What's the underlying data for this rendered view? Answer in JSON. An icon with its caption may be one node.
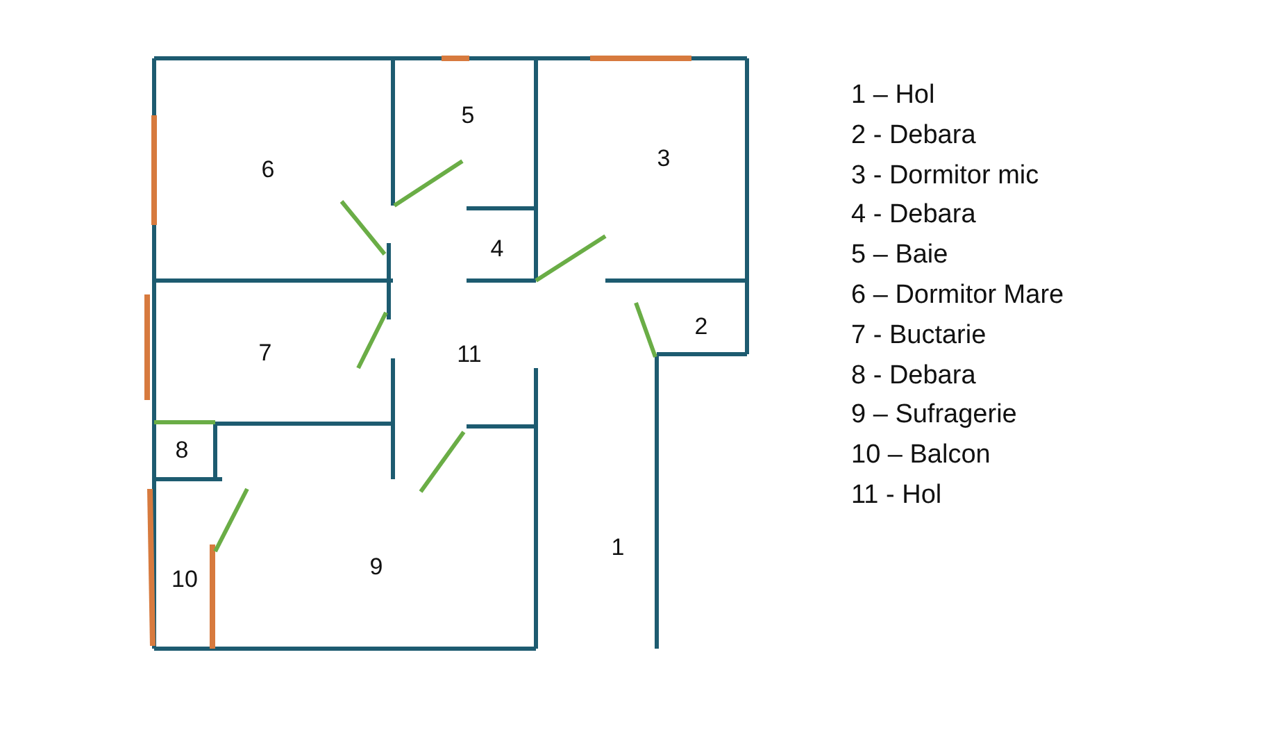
{
  "diagram": {
    "labels": [
      "6",
      "5",
      "3",
      "4",
      "7",
      "11",
      "2",
      "8",
      "9",
      "10",
      "1",
      "1 – Hol",
      "2 - Debara",
      "3 - Dormitor mic",
      "4 - Debara",
      "5 – Baie",
      "6 – Dormitor Mare",
      "7 - Buctarie",
      "8 - Debara",
      "9 – Sufragerie",
      "10 – Balcon",
      "11 - Hol"
    ]
  }
}
